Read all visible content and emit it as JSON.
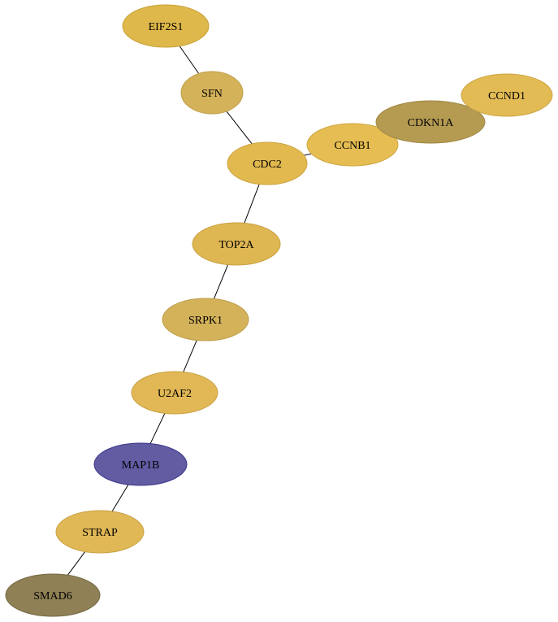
{
  "nodes": [
    {
      "id": "EIF2S1",
      "label": "EIF2S1",
      "fill": "#dfb84b",
      "stroke": "#c8a23a"
    },
    {
      "id": "SFN",
      "label": "SFN",
      "fill": "#d4b25a",
      "stroke": "#bfa04a"
    },
    {
      "id": "CDC2",
      "label": "CDC2",
      "fill": "#e2b94f",
      "stroke": "#cca43f"
    },
    {
      "id": "CCNB1",
      "label": "CCNB1",
      "fill": "#e5bd52",
      "stroke": "#cfa742"
    },
    {
      "id": "CDKN1A",
      "label": "CDKN1A",
      "fill": "#b59b52",
      "stroke": "#9e8742"
    },
    {
      "id": "CCND1",
      "label": "CCND1",
      "fill": "#e3bb55",
      "stroke": "#cca545"
    },
    {
      "id": "TOP2A",
      "label": "TOP2A",
      "fill": "#dfb752",
      "stroke": "#c8a142"
    },
    {
      "id": "SRPK1",
      "label": "SRPK1",
      "fill": "#d3b25a",
      "stroke": "#bd9e4a"
    },
    {
      "id": "U2AF2",
      "label": "U2AF2",
      "fill": "#e1b855",
      "stroke": "#caa245"
    },
    {
      "id": "MAP1B",
      "label": "MAP1B",
      "fill": "#625ca3",
      "stroke": "#3e388a"
    },
    {
      "id": "STRAP",
      "label": "STRAP",
      "fill": "#e0b855",
      "stroke": "#c9a245"
    },
    {
      "id": "SMAD6",
      "label": "SMAD6",
      "fill": "#8f8055",
      "stroke": "#766944"
    }
  ],
  "edges": [
    {
      "from": "EIF2S1",
      "to": "SFN"
    },
    {
      "from": "SFN",
      "to": "CDC2"
    },
    {
      "from": "CDC2",
      "to": "CCNB1"
    },
    {
      "from": "CCNB1",
      "to": "CDKN1A"
    },
    {
      "from": "CDKN1A",
      "to": "CCND1"
    },
    {
      "from": "CDC2",
      "to": "TOP2A"
    },
    {
      "from": "TOP2A",
      "to": "SRPK1"
    },
    {
      "from": "SRPK1",
      "to": "U2AF2"
    },
    {
      "from": "U2AF2",
      "to": "MAP1B"
    },
    {
      "from": "MAP1B",
      "to": "STRAP"
    },
    {
      "from": "STRAP",
      "to": "SMAD6"
    }
  ]
}
